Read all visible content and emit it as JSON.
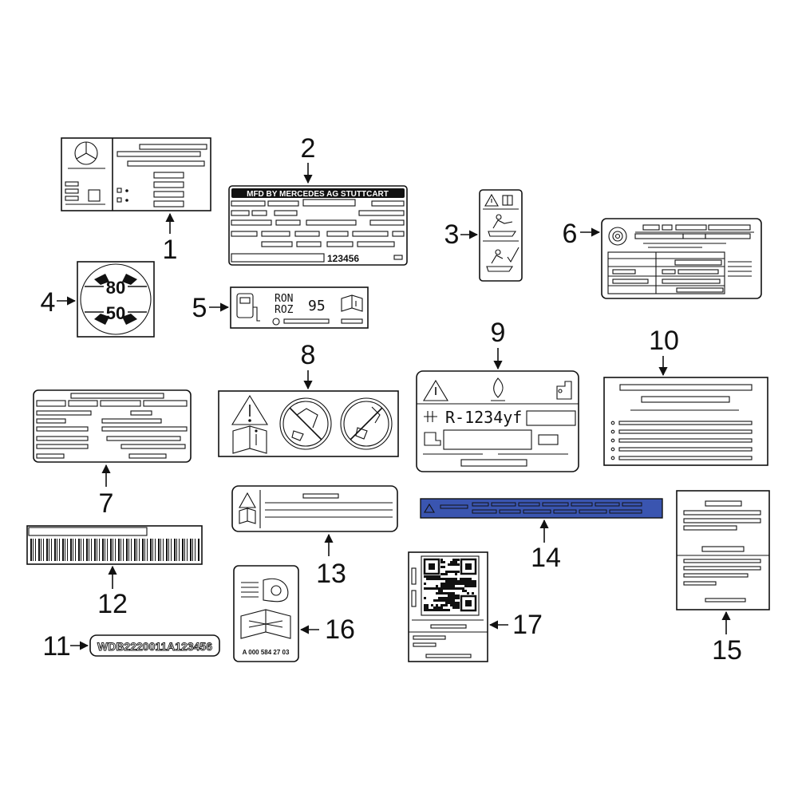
{
  "diagram": {
    "callouts": [
      "1",
      "2",
      "3",
      "4",
      "5",
      "6",
      "7",
      "8",
      "9",
      "10",
      "11",
      "12",
      "13",
      "14",
      "15",
      "16",
      "17"
    ]
  },
  "labels": {
    "label2": {
      "header": "MFD BY MERCEDES AG STUTTCART",
      "code": "123456"
    },
    "label4": {
      "speed_top": "80",
      "speed_bottom": "50"
    },
    "label5": {
      "ron": "RON",
      "roz": "ROZ",
      "octane": "95"
    },
    "label9": {
      "refrigerant": "R-1234yf"
    },
    "label11": {
      "vin": "WDB2220011A123456"
    },
    "label16": {
      "part_number": "A 000 584 27 03"
    }
  },
  "colors": {
    "line": "#111111",
    "label14_fill": "#3a55b0"
  }
}
